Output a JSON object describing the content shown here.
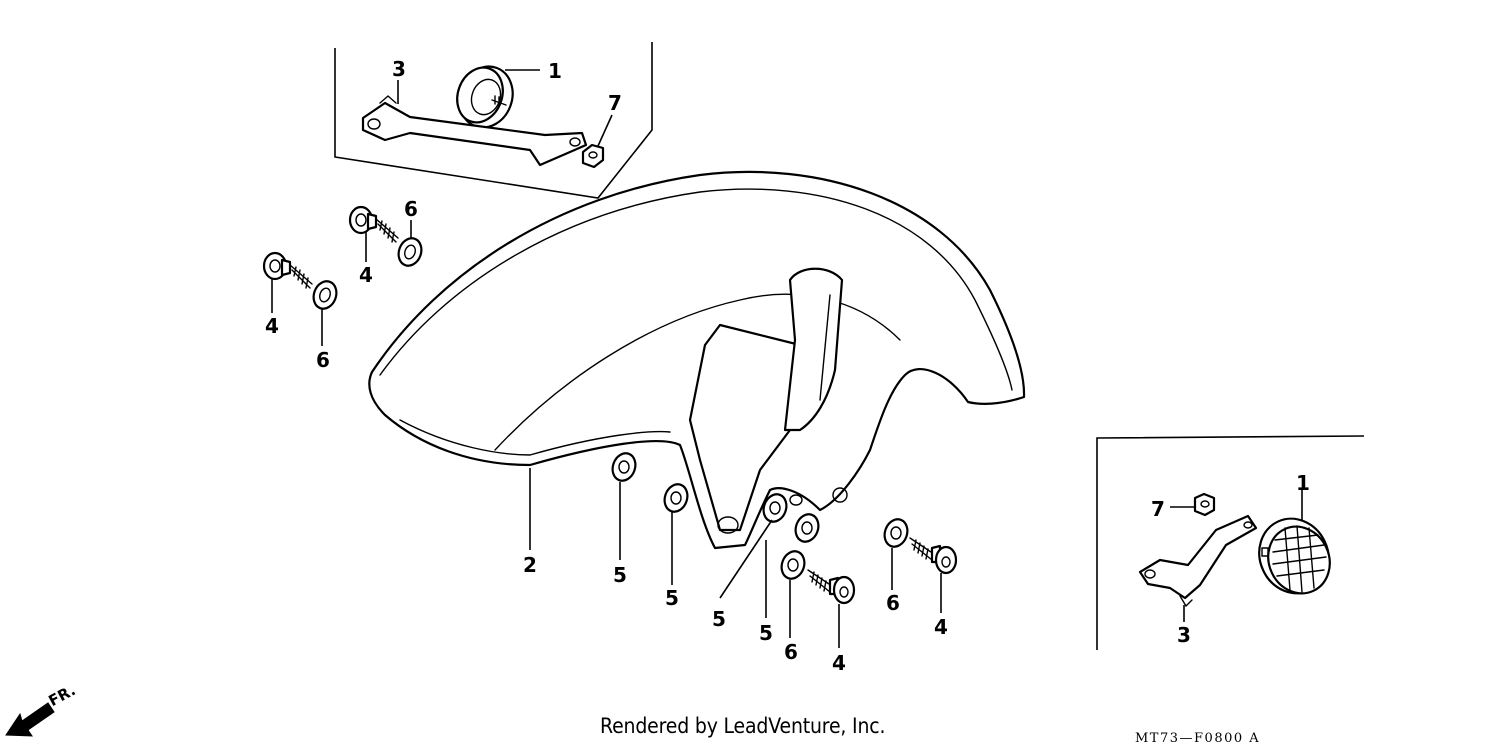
{
  "callouts": {
    "c1_top": "1",
    "c3_top": "3",
    "c7_top": "7",
    "c6_a": "6",
    "c4_a": "4",
    "c4_b": "4",
    "c6_b": "6",
    "c2": "2",
    "c5_a": "5",
    "c5_b": "5",
    "c5_c": "5",
    "c5_d": "5",
    "c6_c": "6",
    "c4_c": "4",
    "c6_d": "6",
    "c4_d": "4",
    "c7_right": "7",
    "c1_right": "1",
    "c3_right": "3"
  },
  "direction_label": "FR.",
  "credit": "Rendered by LeadVenture, Inc.",
  "diagram_code": "MT73—F0800 A"
}
